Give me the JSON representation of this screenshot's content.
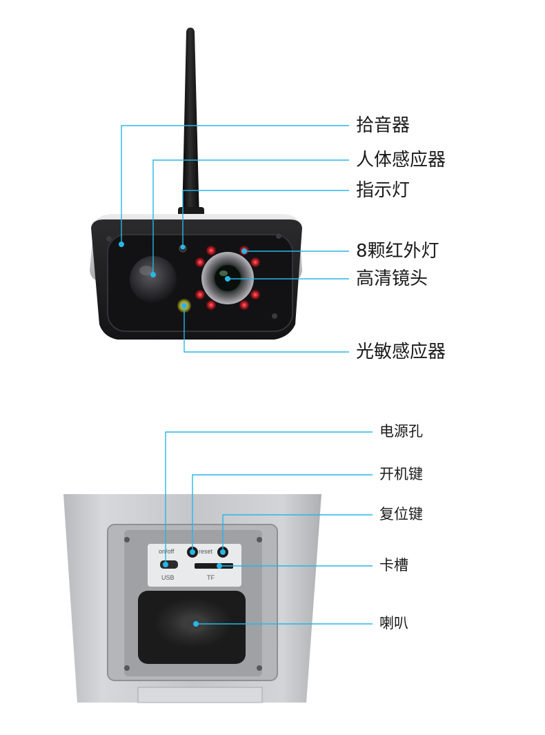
{
  "front_view": {
    "callouts": [
      {
        "id": "pickup-mic",
        "label": "拾音器"
      },
      {
        "id": "motion-sensor",
        "label": "人体感应器"
      },
      {
        "id": "indicator-light",
        "label": "指示灯"
      },
      {
        "id": "ir-leds",
        "label": "8颗红外灯"
      },
      {
        "id": "hd-lens",
        "label": "高清镜头"
      },
      {
        "id": "light-sensor",
        "label": "光敏感应器"
      }
    ]
  },
  "back_view": {
    "port_markings": {
      "power": "on/off",
      "usb": "USB",
      "reset": "reset",
      "tf": "TF"
    },
    "callouts": [
      {
        "id": "power-hole",
        "label": "电源孔"
      },
      {
        "id": "power-button",
        "label": "开机键"
      },
      {
        "id": "reset-button",
        "label": "复位键"
      },
      {
        "id": "card-slot",
        "label": "卡槽"
      },
      {
        "id": "speaker",
        "label": "喇叭"
      }
    ]
  },
  "colors": {
    "callout_line": "#29b6e6",
    "callout_dot": "#29b6e6",
    "ir_led": "#c0202a",
    "camera_body": "#1e1e20",
    "housing_silver": "#c9cbcf"
  }
}
